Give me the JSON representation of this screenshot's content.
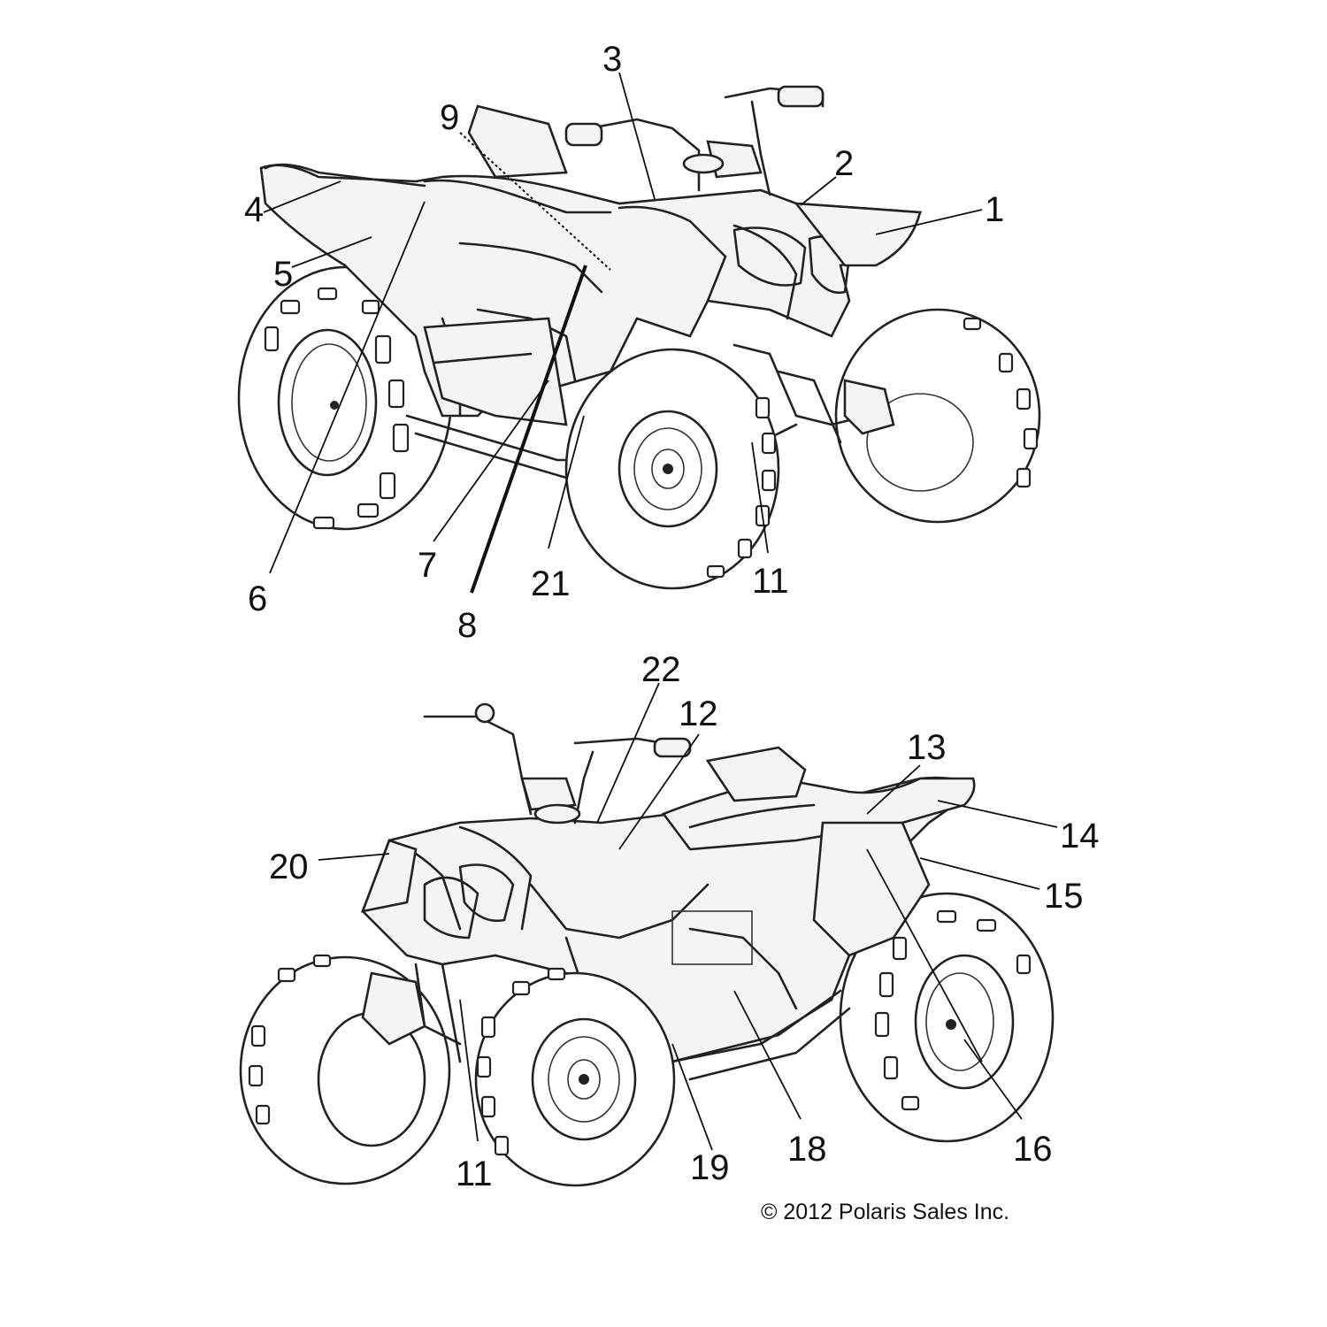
{
  "copyright": "© 2012 Polaris Sales Inc.",
  "callouts_top": [
    "3",
    "9",
    "2",
    "1",
    "4",
    "5",
    "6",
    "7",
    "8",
    "21",
    "11"
  ],
  "callouts_bottom": [
    "22",
    "12",
    "13",
    "14",
    "15",
    "20",
    "11",
    "19",
    "18",
    "16"
  ]
}
